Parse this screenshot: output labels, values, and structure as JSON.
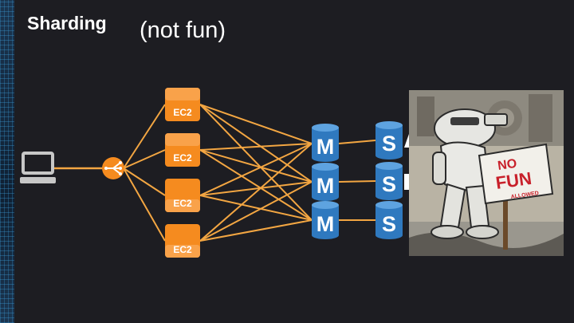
{
  "slide": {
    "title": "Sharding",
    "subtitle": "(not fun)"
  },
  "diagram": {
    "client": {
      "icon": "laptop-icon"
    },
    "load_balancer": {
      "icon": "load-balancer-icon"
    },
    "instances": [
      {
        "label": "EC2"
      },
      {
        "label": "EC2"
      },
      {
        "label": "EC2"
      },
      {
        "label": "EC2"
      }
    ],
    "masters": [
      {
        "label": "M"
      },
      {
        "label": "M"
      },
      {
        "label": "M"
      }
    ],
    "slaves": [
      {
        "label": "S"
      },
      {
        "label": "S"
      },
      {
        "label": "S"
      }
    ],
    "colors": {
      "connector": "#f3a642",
      "ec2_fill": "#f58b1f",
      "database_fill": "#2f79bf",
      "client_icon": "#c7c7c7"
    }
  },
  "image": {
    "description_icon": "robot-no-fun-sign-illustration",
    "sign": {
      "line1": "NO",
      "line2": "FUN",
      "line3": "ALLOWED"
    }
  }
}
